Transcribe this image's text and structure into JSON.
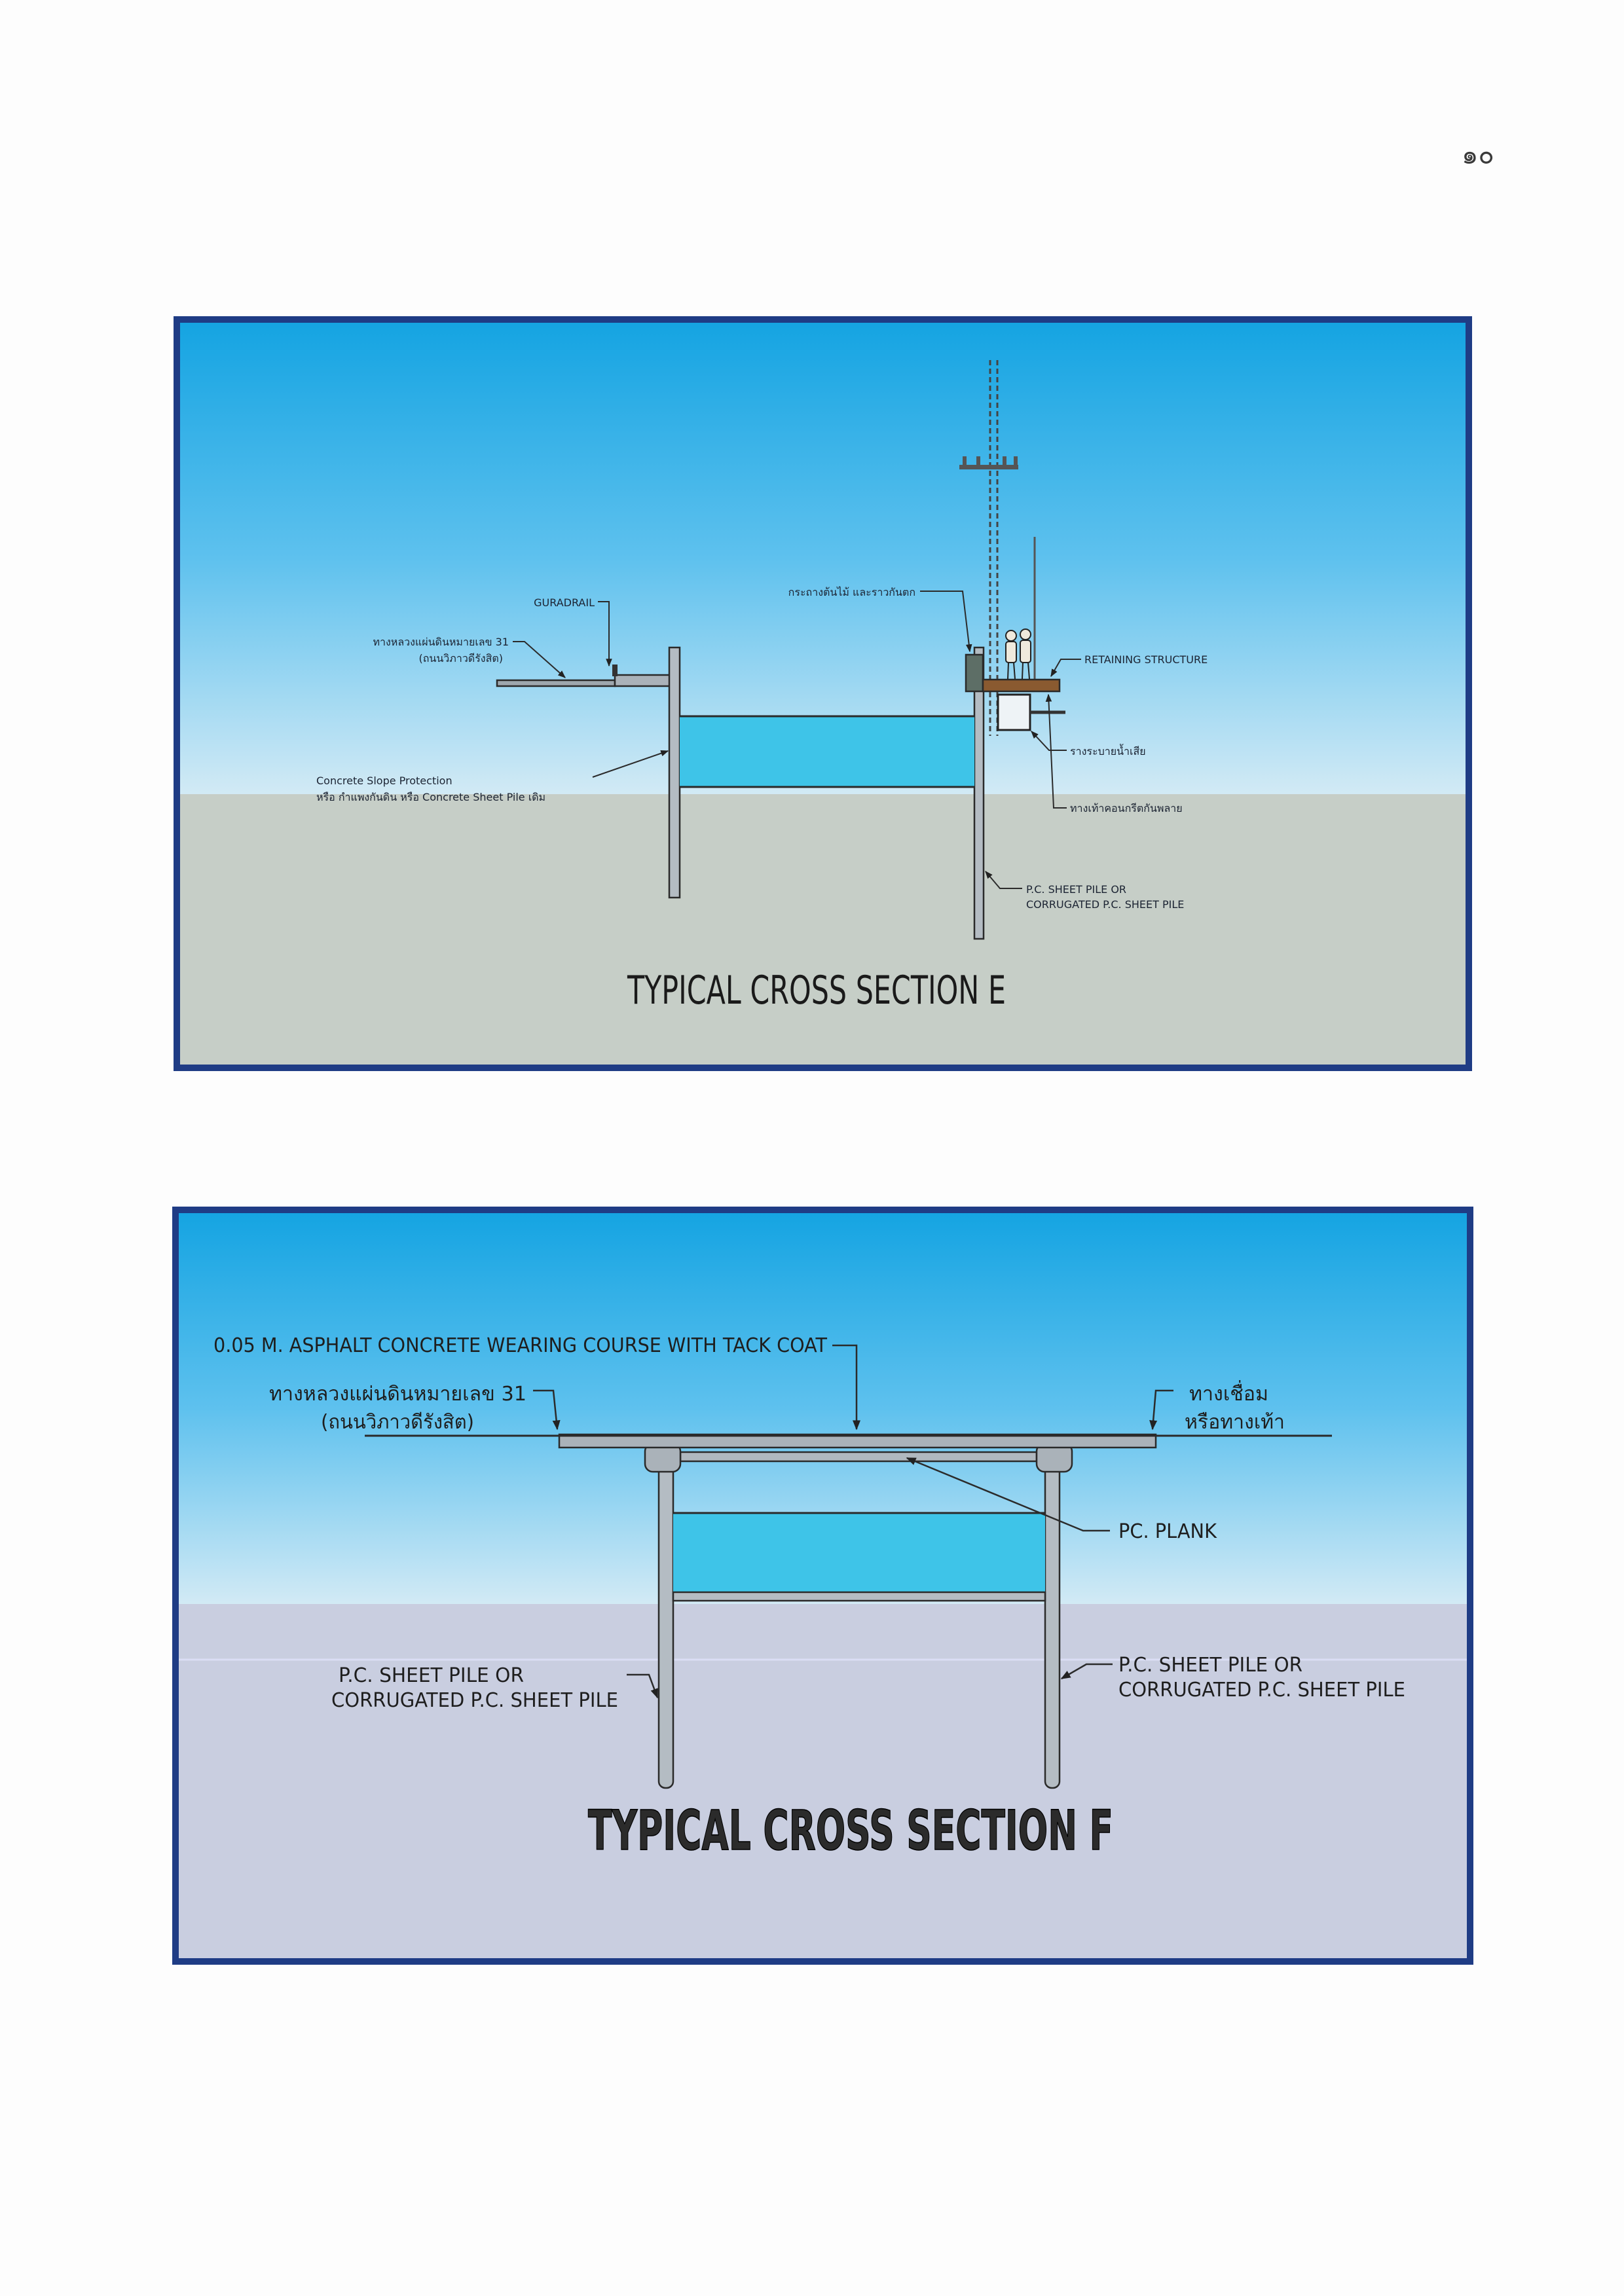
{
  "page_number": "๑๐",
  "colors": {
    "frame": "#1f3c85",
    "sky_top": "#15a4e2",
    "sky_mid": "#5ec1ee",
    "sky_horizon": "#d2eaf5",
    "ground_e": "#c6cec7",
    "ground_f": "#c9cee0",
    "water": "#3ec4e8",
    "concrete": "#b4bcc3",
    "retaining_structure": "#8a5a30"
  },
  "section_e": {
    "title": "TYPICAL CROSS SECTION E",
    "labels": {
      "guardrail": "GURADRAIL",
      "highway": [
        "ทางหลวงแผ่นดินหมายเลข 31",
        "(ถนนวิภาวดีรังสิต)"
      ],
      "slope_protection": [
        "Concrete Slope Protection",
        "หรือ กำแพงกันดิน หรือ Concrete Sheet Pile เดิม"
      ],
      "planter_railing": "กระถางต้นไม้ และราวกันตก",
      "retaining_structure": "RETAINING STRUCTURE",
      "drain": "รางระบายน้ำเสีย",
      "walkway": "ทางเท้าคอนกรีตกันพลาย",
      "sheet_pile": [
        "P.C. SHEET PILE OR",
        "CORRUGATED P.C. SHEET PILE"
      ]
    }
  },
  "section_f": {
    "title": "TYPICAL CROSS SECTION F",
    "labels": {
      "asphalt": "0.05 M. ASPHALT CONCRETE WEARING COURSE WITH TACK COAT",
      "highway": [
        "ทางหลวงแผ่นดินหมายเลข 31",
        "(ถนนวิภาวดีรังสิต)"
      ],
      "connector": [
        "ทางเชื่อม",
        "หรือทางเท้า"
      ],
      "pc_plank": "PC. PLANK",
      "sheet_pile_left": [
        "P.C. SHEET PILE OR",
        "CORRUGATED P.C. SHEET PILE"
      ],
      "sheet_pile_right": [
        "P.C. SHEET PILE OR",
        "CORRUGATED P.C. SHEET PILE"
      ]
    }
  }
}
